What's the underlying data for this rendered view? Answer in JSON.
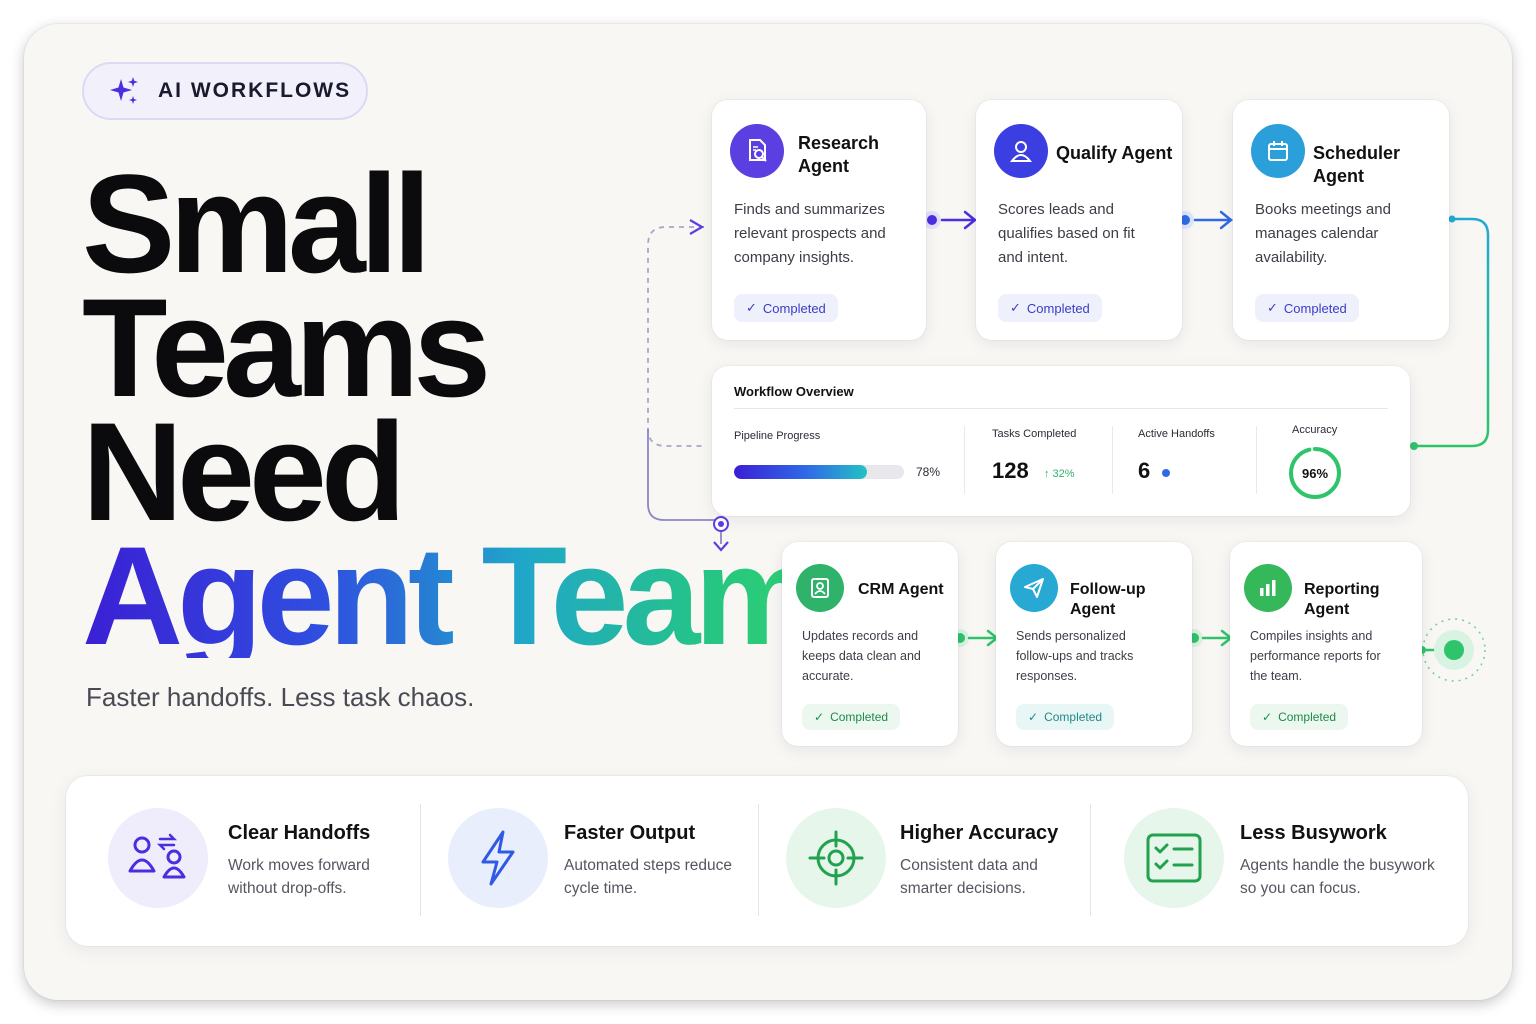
{
  "tag": {
    "label": "AI WORKFLOWS"
  },
  "headline": {
    "line1": "Small",
    "line2": "Teams",
    "line3": "Need",
    "line4": "Agent Teams"
  },
  "subhead": "Faster handoffs. Less task chaos.",
  "top_agents": [
    {
      "title": "Research Agent",
      "title_l1": "Research",
      "title_l2": "Agent",
      "desc": "Finds and summarizes relevant prospects and company insights.",
      "status": "Completed",
      "icon": "document-search-icon",
      "color": "#5b3fe0"
    },
    {
      "title": "Qualify Agent",
      "desc": "Scores leads and qualifies based on fit and intent.",
      "status": "Completed",
      "icon": "user-icon",
      "color": "#3b3ee0"
    },
    {
      "title": "Scheduler Agent",
      "desc": "Books meetings and manages calendar availability.",
      "status": "Completed",
      "icon": "calendar-icon",
      "color": "#2a9fd9"
    }
  ],
  "overview": {
    "title": "Workflow Overview",
    "pipeline_label": "Pipeline Progress",
    "pipeline_value": "78%",
    "pipeline_fraction": 0.78,
    "tasks_label": "Tasks Completed",
    "tasks_value": "128",
    "tasks_delta": "↑ 32%",
    "handoffs_label": "Active Handoffs",
    "handoffs_value": "6",
    "accuracy_label": "Accuracy",
    "accuracy_value": "96%",
    "accuracy_fraction": 0.96
  },
  "bottom_agents": [
    {
      "title": "CRM Agent",
      "desc": "Updates records and keeps data clean and accurate.",
      "status": "Completed",
      "icon": "id-card-icon",
      "color": "#2fb36a"
    },
    {
      "title": "Follow-up Agent",
      "desc": "Sends personalized follow-ups and tracks responses.",
      "status": "Completed",
      "icon": "paper-plane-icon",
      "color": "#27a9d3"
    },
    {
      "title": "Reporting Agent",
      "desc": "Compiles insights and performance reports for the team.",
      "status": "Completed",
      "icon": "bar-chart-icon",
      "color": "#35b85a"
    }
  ],
  "features": [
    {
      "title": "Clear Handoffs",
      "desc": "Work moves forward without drop-offs.",
      "icon": "users-swap-icon"
    },
    {
      "title": "Faster Output",
      "desc": "Automated steps reduce cycle time.",
      "icon": "lightning-icon"
    },
    {
      "title": "Higher Accuracy",
      "desc": "Consistent data and smarter decisions.",
      "icon": "target-icon"
    },
    {
      "title": "Less Busywork",
      "desc": "Agents handle the busywork so you can focus.",
      "icon": "checklist-icon"
    }
  ],
  "colors": {
    "accent_purple": "#4a2fe0",
    "accent_blue": "#2f6ae6",
    "accent_teal": "#25c2c4",
    "accent_green": "#2fc46b",
    "background": "#f8f7f4"
  }
}
